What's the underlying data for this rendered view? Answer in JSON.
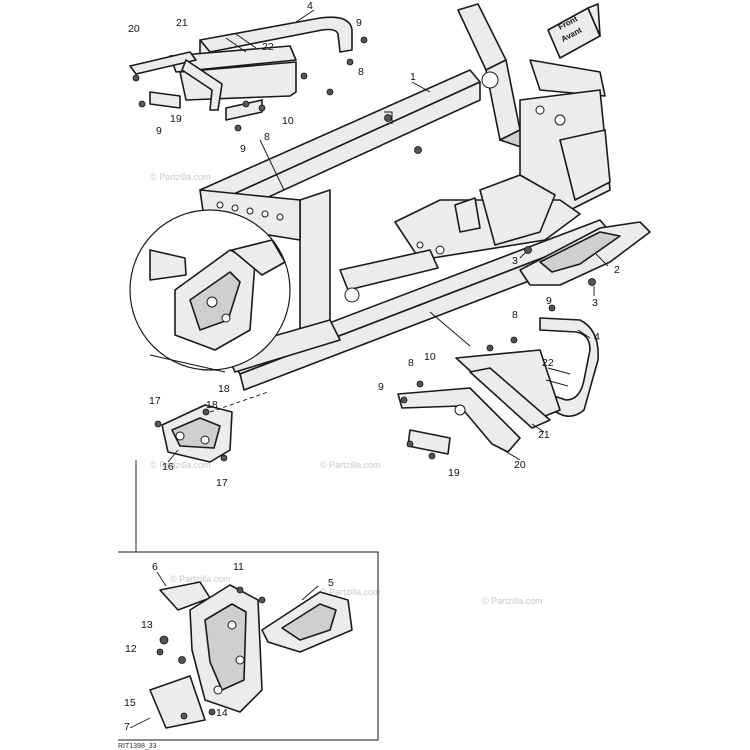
{
  "diagram": {
    "watermark": "© Partzilla.com",
    "front_label": [
      "Front",
      "Avant"
    ],
    "doc_code": "RIT1398_33",
    "callouts": [
      "1",
      "2",
      "3",
      "3",
      "4",
      "4",
      "5",
      "6",
      "7",
      "8",
      "8",
      "8",
      "8",
      "9",
      "9",
      "9",
      "9",
      "9",
      "10",
      "10",
      "11",
      "12",
      "13",
      "14",
      "15",
      "16",
      "17",
      "17",
      "18",
      "18",
      "19",
      "19",
      "20",
      "20",
      "21",
      "21",
      "22",
      "22"
    ]
  }
}
